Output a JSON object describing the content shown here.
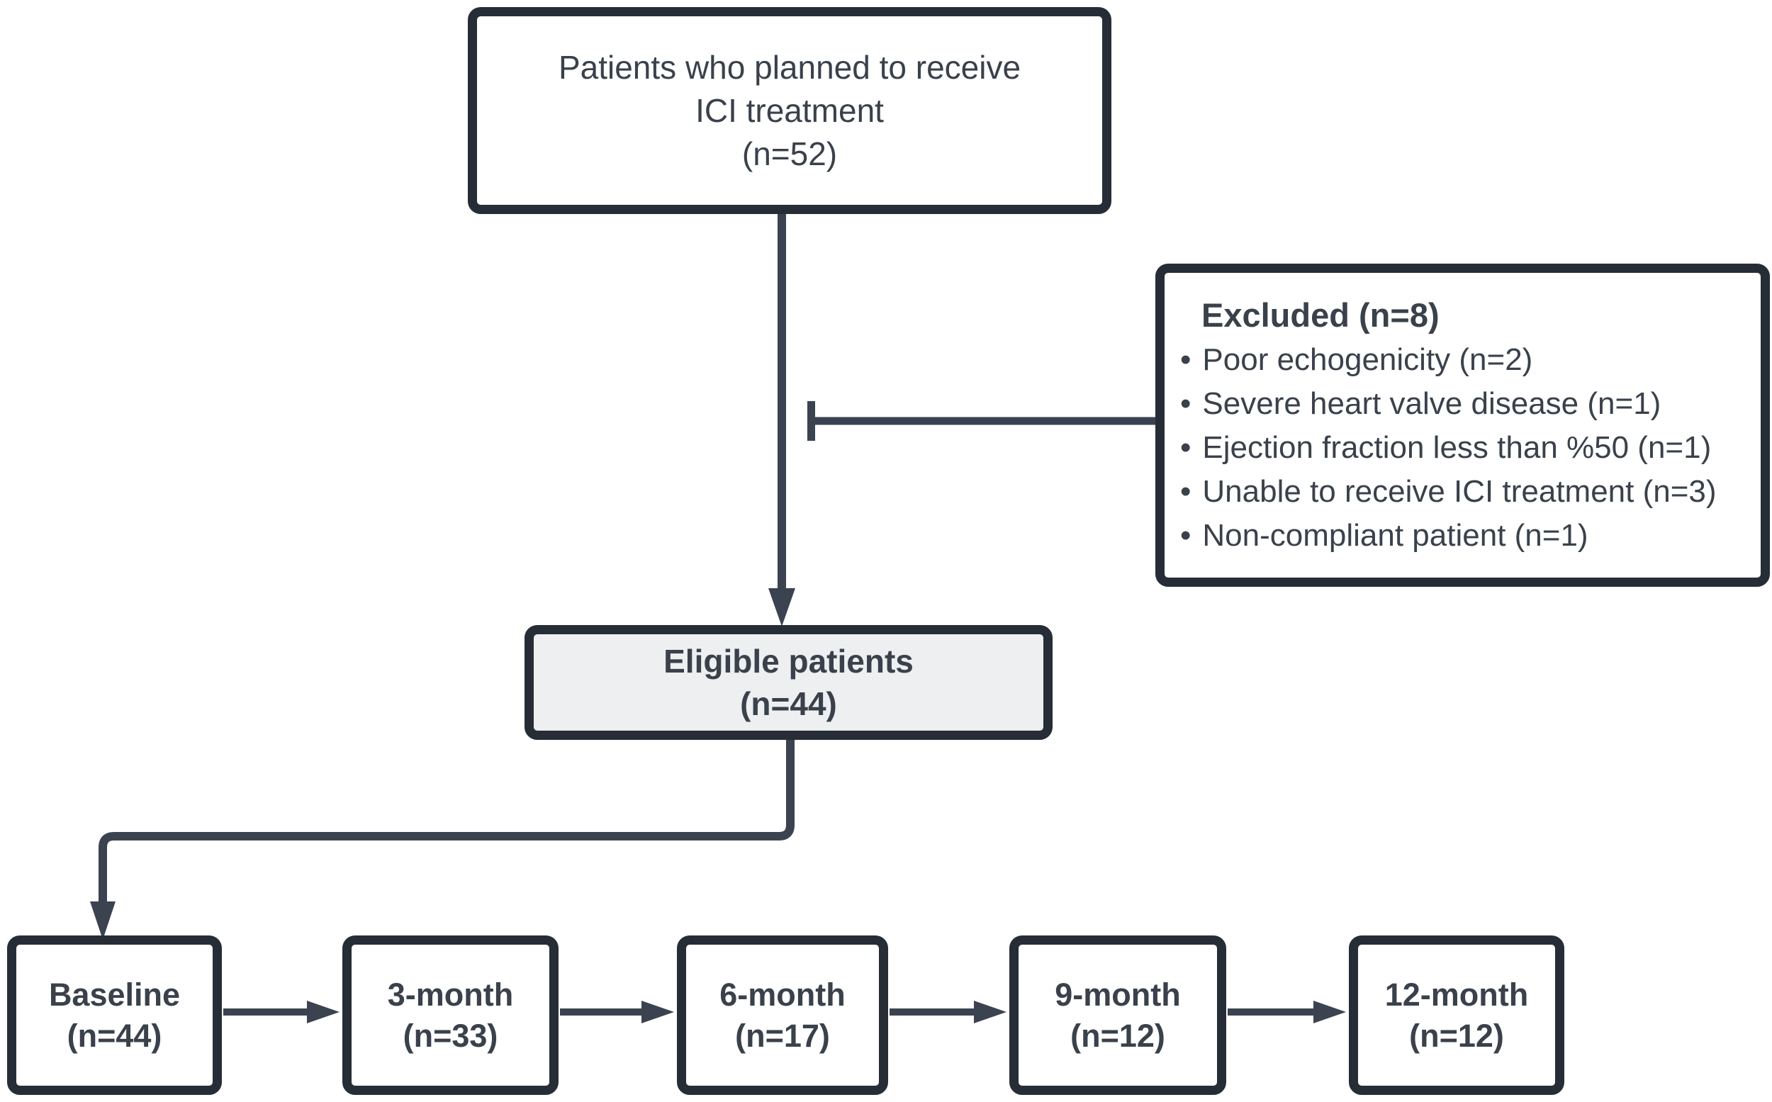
{
  "colors": {
    "stroke": "#262d36",
    "connector": "#3b4250",
    "text": "#3a414b",
    "box_fill": "#ffffff",
    "eligible_fill": "#edeff1",
    "background": "#ffffff"
  },
  "nodes": {
    "planned": {
      "line1": "Patients who planned to receive",
      "line2": "ICI treatment",
      "line3": "(n=52)"
    },
    "excluded": {
      "title": "Excluded (n=8)",
      "bullet_char": "•",
      "items": [
        "Poor echogenicity (n=2)",
        "Severe heart valve disease (n=1)",
        "Ejection fraction less than %50 (n=1)",
        "Unable to receive ICI treatment (n=3)",
        "Non-compliant patient (n=1)"
      ]
    },
    "eligible": {
      "line1": "Eligible patients",
      "line2": "(n=44)"
    },
    "timeline": [
      {
        "label": "Baseline",
        "n": "(n=44)"
      },
      {
        "label": "3-month",
        "n": "(n=33)"
      },
      {
        "label": "6-month",
        "n": "(n=17)"
      },
      {
        "label": "9-month",
        "n": "(n=12)"
      },
      {
        "label": "12-month",
        "n": "(n=12)"
      }
    ]
  }
}
